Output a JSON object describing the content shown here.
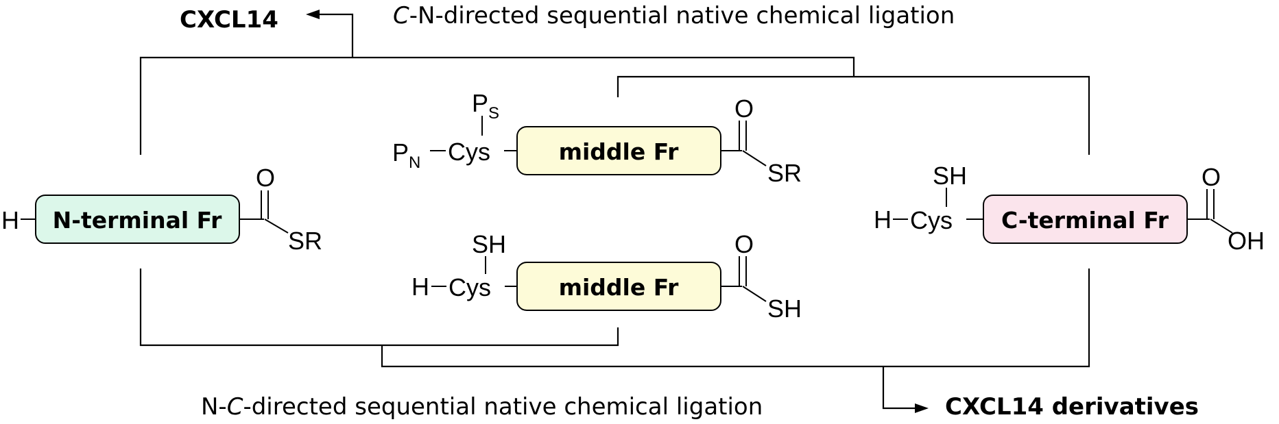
{
  "top_route": {
    "label_prefix": "C",
    "label_rest": "-N-directed sequential native chemical ligation",
    "product": "CXCL14"
  },
  "bottom_route": {
    "label_prefix": "N-",
    "label_italic": "C",
    "label_rest": "-directed sequential native chemical ligation",
    "product": "CXCL14 derivatives"
  },
  "fragments": {
    "n_terminal": {
      "name": "N-terminal Fr",
      "left_group": "H",
      "carbonyl_o": "O",
      "thioester": "SR",
      "fill": "#dcf7ea"
    },
    "middle_top": {
      "name": "middle Fr",
      "cys": "Cys",
      "n_protect": "P",
      "n_protect_sub": "N",
      "s_protect": "P",
      "s_protect_sub": "S",
      "carbonyl_o": "O",
      "thioester": "SR",
      "fill": "#fdfbd8"
    },
    "middle_bottom": {
      "name": "middle Fr",
      "cys": "Cys",
      "left_group": "H",
      "thiol": "SH",
      "carbonyl_o": "O",
      "thioacid": "SH",
      "fill": "#fdfbd8"
    },
    "c_terminal": {
      "name": "C-terminal Fr",
      "cys": "Cys",
      "left_group": "H",
      "thiol": "SH",
      "carbonyl_o": "O",
      "acid": "OH",
      "fill": "#fbe4ec"
    }
  }
}
